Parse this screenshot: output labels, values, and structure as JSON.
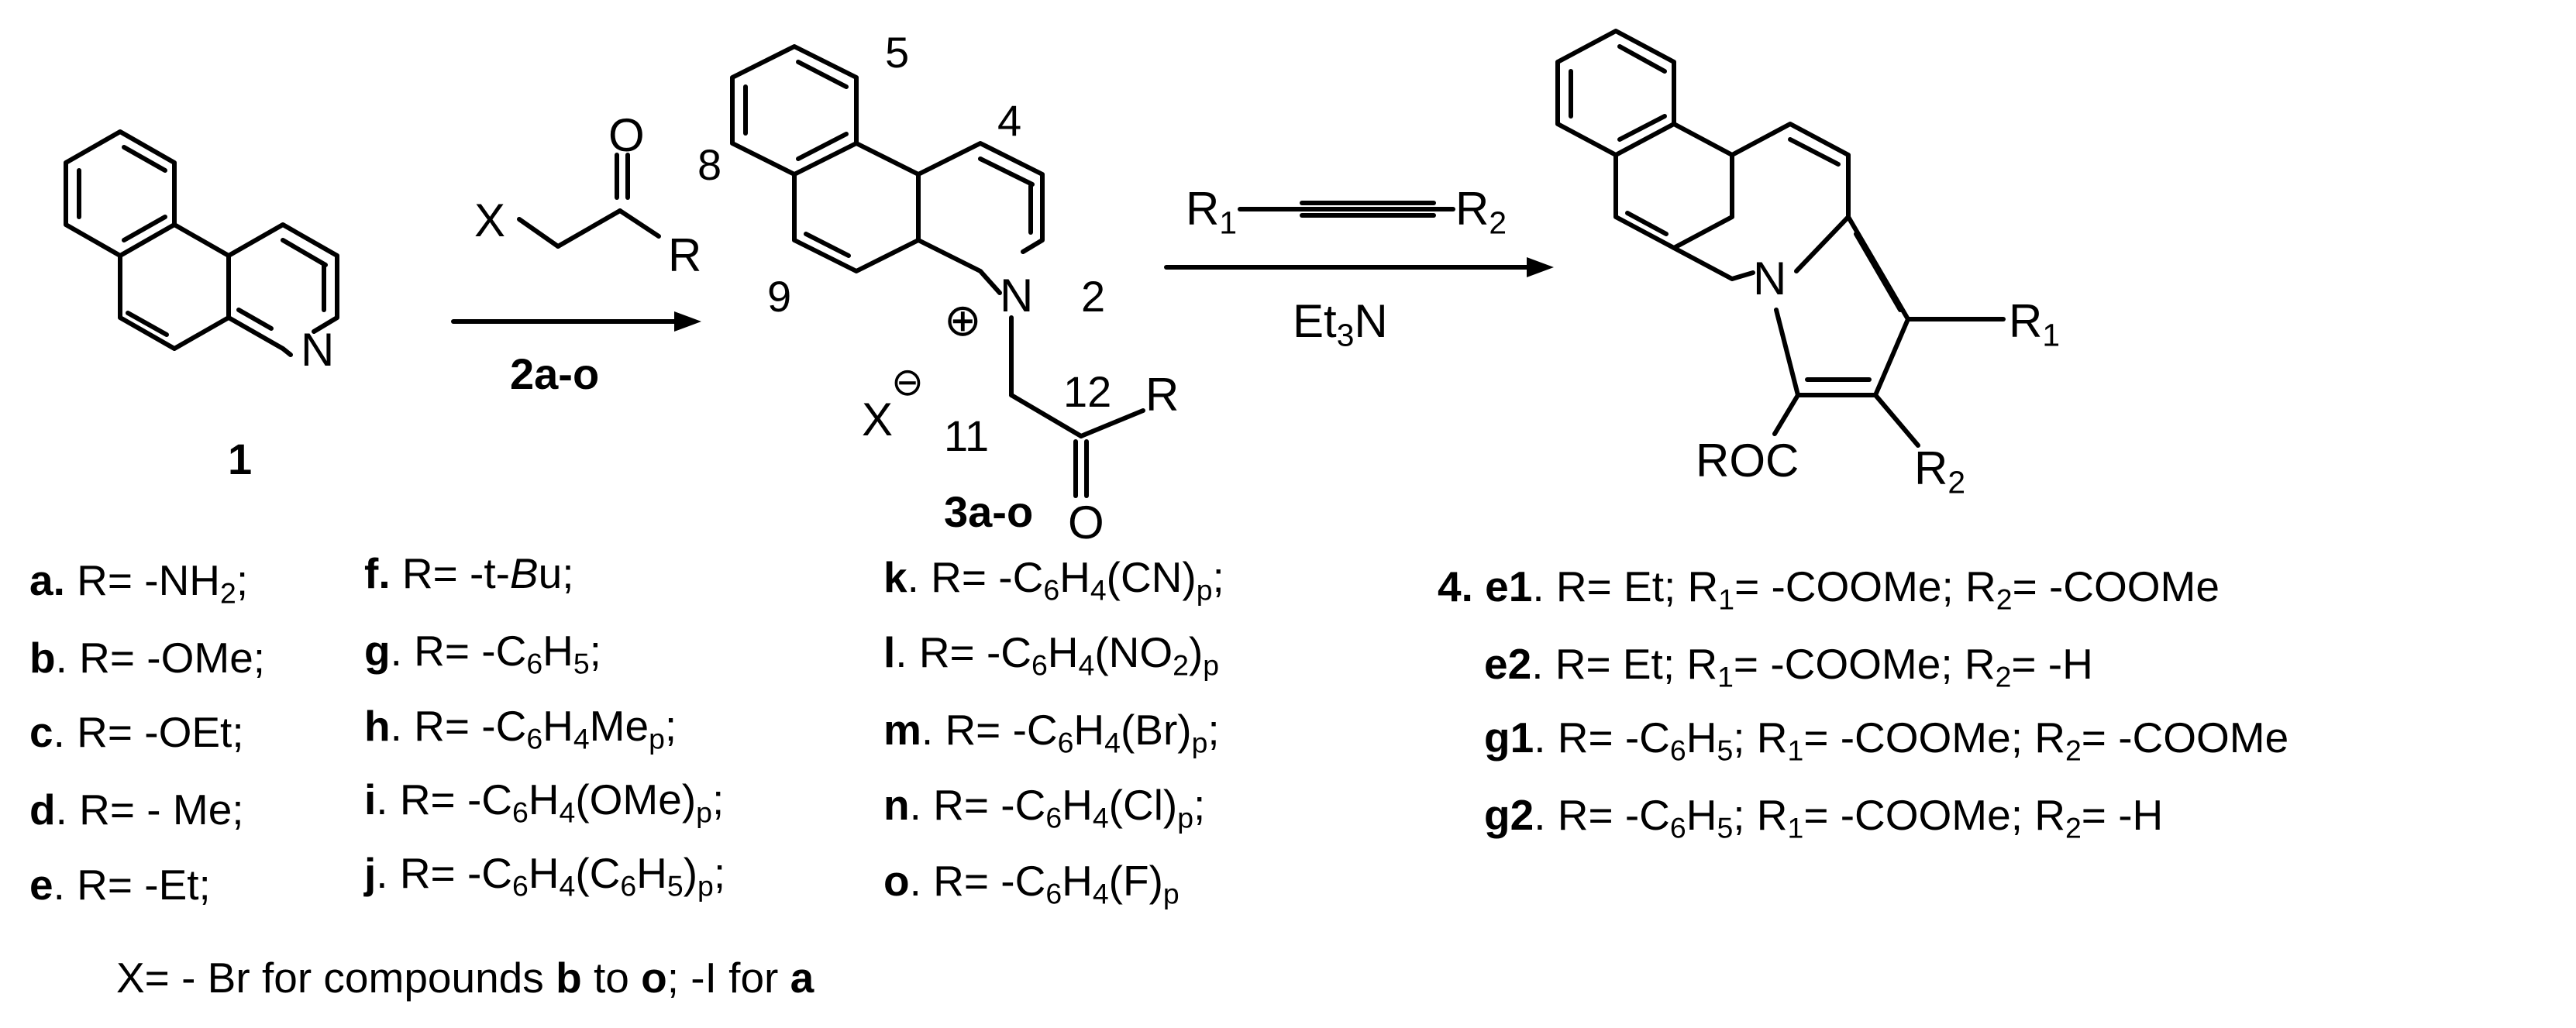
{
  "compound_1": {
    "label": "1",
    "atom_N": "N"
  },
  "reagent_2": {
    "atom_X": "X",
    "atom_O": "O",
    "atom_R": "R",
    "label": "2a-o"
  },
  "compound_3": {
    "atom_N": "N",
    "atom_X": "X",
    "atom_O": "O",
    "atom_R": "R",
    "charge_plus": "⊕",
    "charge_minus": "⊖",
    "label": "3a-o",
    "positions": {
      "p2": "2",
      "p4": "4",
      "p5": "5",
      "p8": "8",
      "p9": "9",
      "p11": "11",
      "p12": "12"
    }
  },
  "reagent_alkyne": {
    "r1": "R",
    "r1_sub": "1",
    "r2": "R",
    "r2_sub": "2",
    "base": "Et",
    "base_sub": "3",
    "base_tail": "N"
  },
  "compound_4": {
    "atom_N": "N",
    "r1": "R",
    "r1_sub": "1",
    "r2": "R",
    "r2_sub": "2",
    "roc": "ROC"
  },
  "substituents_col1": [
    {
      "key": "a.",
      "text": " R= -NH",
      "sub": "2",
      "tail": ";"
    },
    {
      "key": "b",
      "text": ". R= -OMe;",
      "sub": "",
      "tail": ""
    },
    {
      "key": "c",
      "text": ". R= -OEt;",
      "sub": "",
      "tail": ""
    },
    {
      "key": "d",
      "text": ". R= - Me;",
      "sub": "",
      "tail": ""
    },
    {
      "key": "e",
      "text": ". R= -Et;",
      "sub": "",
      "tail": ""
    }
  ],
  "substituents_col2": {
    "f": {
      "key": "f.",
      "text": " R= -t-",
      "ital": "B",
      "tail": "u;"
    },
    "g": {
      "key": "g",
      "text": ". R= -C",
      "s1": "6",
      "m1": "H",
      "s2": "5",
      "tail": ";"
    },
    "h": {
      "key": "h",
      "text": ". R= -C",
      "s1": "6",
      "m1": "H",
      "s2": "4",
      "tail": "Me",
      "s3": "p",
      "end": ";"
    },
    "i": {
      "key": "i",
      "text": ". R= -C",
      "s1": "6",
      "m1": "H",
      "s2": "4",
      "tail": "(OMe)",
      "s3": "p",
      "end": ";"
    },
    "j": {
      "key": "j",
      "text": ". R= -C",
      "s1": "6",
      "m1": "H",
      "s2": "4",
      "m2": "(C",
      "s3": "6",
      "m3": "H",
      "s4": "5",
      "tail": ")",
      "s5": "p",
      "end": ";"
    }
  },
  "substituents_col3": [
    {
      "key": "k",
      "text": ". R= -C",
      "s1": "6",
      "m1": "H",
      "s2": "4",
      "tail": "(CN)",
      "s3": "p",
      "end": ";"
    },
    {
      "key": "l",
      "text": ". R= -C",
      "s1": "6",
      "m1": "H",
      "s2": "4",
      "tail": "(NO",
      "s2b": "2",
      "tail2": ")",
      "s3": "p",
      "end": ""
    },
    {
      "key": "m",
      "text": ". R= -C",
      "s1": "6",
      "m1": "H",
      "s2": "4",
      "tail": "(Br)",
      "s3": "p",
      "end": ";"
    },
    {
      "key": "n",
      "text": ". R= -C",
      "s1": "6",
      "m1": "H",
      "s2": "4",
      "tail": "(Cl)",
      "s3": "p",
      "end": ";"
    },
    {
      "key": "o",
      "text": ". R= -C",
      "s1": "6",
      "m1": "H",
      "s2": "4",
      "tail": "(F)",
      "s3": "p",
      "end": ""
    }
  ],
  "halide_note": {
    "t1": "X= - Br for compounds ",
    "b1": "b",
    "t2": " to ",
    "b2": "o",
    "t3": "; -I for ",
    "b3": "a"
  },
  "products": [
    {
      "pre": "4. ",
      "key": "e1",
      "t1": ". R= Et; R",
      "s1": "1",
      "t2": "= -COOMe; R",
      "s2": "2",
      "t3": "= -COOMe"
    },
    {
      "pre": "",
      "key": "e2",
      "t1": ". R= Et; R",
      "s1": "1",
      "t2": "= -COOMe; R",
      "s2": "2",
      "t3": "= -H"
    },
    {
      "pre": "",
      "key": "g1",
      "t1": ". R= -C",
      "sa": "6",
      "ta": "H",
      "sb": "5",
      "tb": "; R",
      "s1": "1",
      "t2": "= -COOMe; R",
      "s2": "2",
      "t3": "= -COOMe"
    },
    {
      "pre": "",
      "key": "g2",
      "t1": ". R= -C",
      "sa": "6",
      "ta": "H",
      "sb": "5",
      "tb": "; R",
      "s1": "1",
      "t2": "= -COOMe; R",
      "s2": "2",
      "t3": "= -H"
    }
  ]
}
